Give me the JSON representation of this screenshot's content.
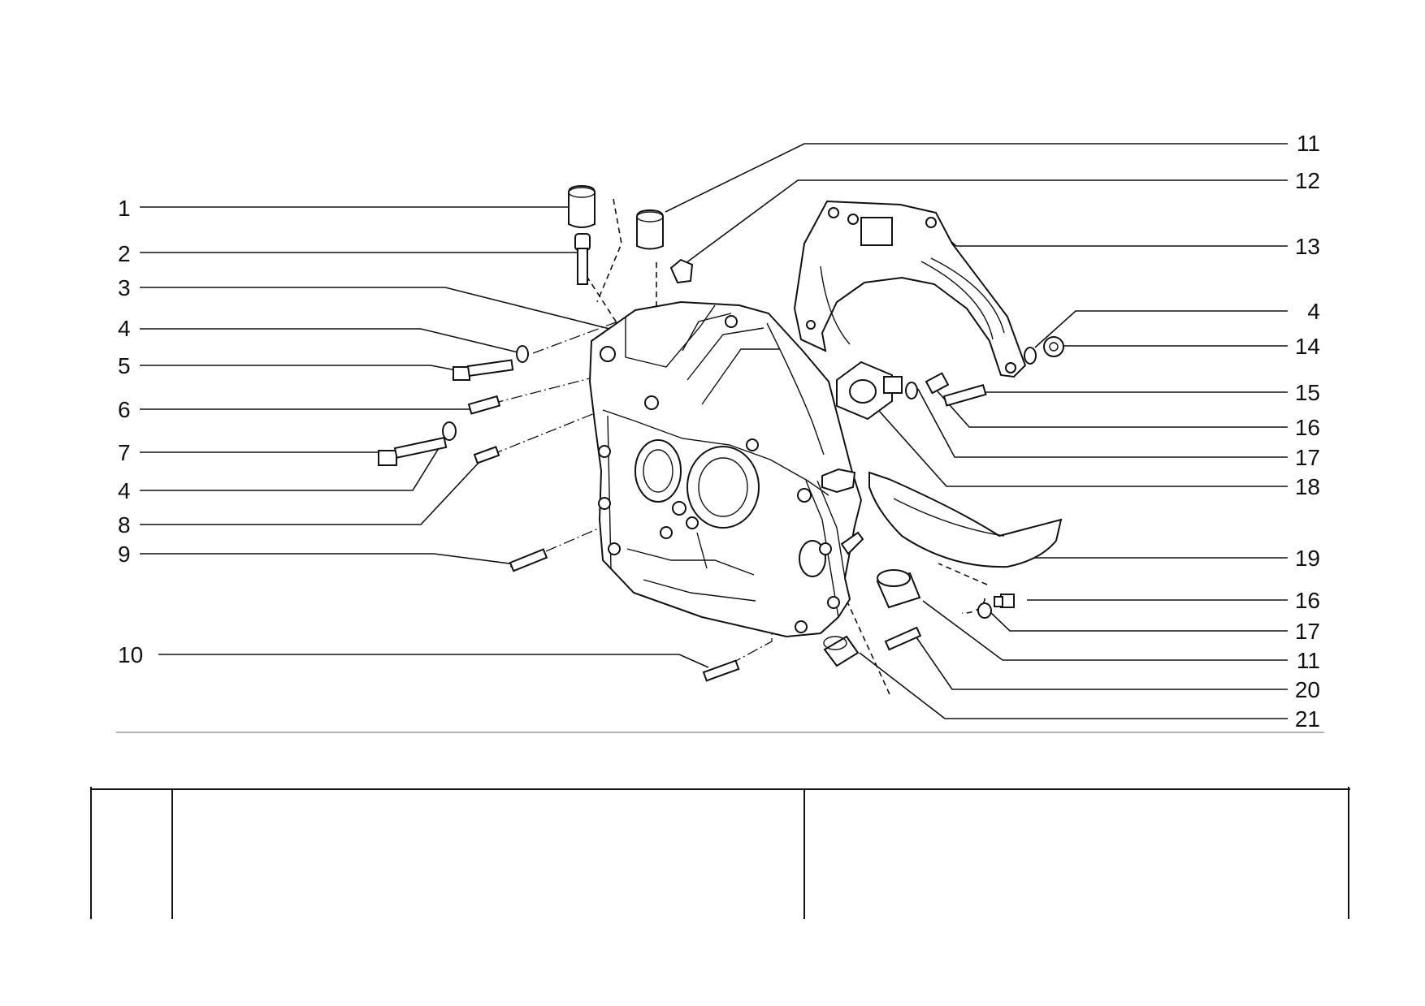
{
  "callouts": [
    {
      "id": "c1",
      "text": "1"
    },
    {
      "id": "c2",
      "text": "2"
    },
    {
      "id": "c3",
      "text": "3"
    },
    {
      "id": "c4a",
      "text": "4"
    },
    {
      "id": "c5",
      "text": "5"
    },
    {
      "id": "c6",
      "text": "6"
    },
    {
      "id": "c7",
      "text": "7"
    },
    {
      "id": "c4b",
      "text": "4"
    },
    {
      "id": "c8",
      "text": "8"
    },
    {
      "id": "c9",
      "text": "9"
    },
    {
      "id": "c10",
      "text": "10"
    },
    {
      "id": "c11a",
      "text": "11"
    },
    {
      "id": "c12",
      "text": "12"
    },
    {
      "id": "c13",
      "text": "13"
    },
    {
      "id": "c4c",
      "text": "4"
    },
    {
      "id": "c14",
      "text": "14"
    },
    {
      "id": "c15",
      "text": "15"
    },
    {
      "id": "c16a",
      "text": "16"
    },
    {
      "id": "c17a",
      "text": "17"
    },
    {
      "id": "c18",
      "text": "18"
    },
    {
      "id": "c19",
      "text": "19"
    },
    {
      "id": "c16b",
      "text": "16"
    },
    {
      "id": "c17b",
      "text": "17"
    },
    {
      "id": "c11b",
      "text": "11"
    },
    {
      "id": "c20",
      "text": "20"
    },
    {
      "id": "c21",
      "text": "21"
    }
  ],
  "parts_table": {
    "columns": [
      "",
      "",
      ""
    ],
    "rows": []
  }
}
